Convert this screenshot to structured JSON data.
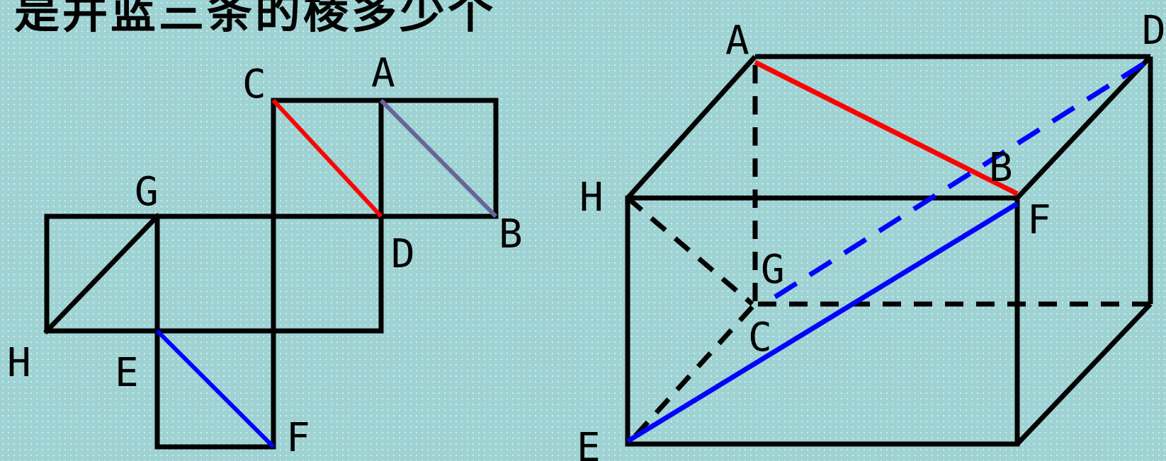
{
  "header": {
    "title_partial": "是并蓝三条的棱多少个"
  },
  "colors": {
    "background": "#9fd3d3",
    "edge": "#000000",
    "red": "#ff0000",
    "blue": "#0000ff",
    "slate": "#666699"
  },
  "net_diagram": {
    "labels": {
      "A": "A",
      "B": "B",
      "C": "C",
      "D": "D",
      "E": "E",
      "F": "F",
      "G": "G",
      "H": "H"
    }
  },
  "solid_diagram": {
    "labels": {
      "A": "A",
      "B": "B",
      "C": "C",
      "D": "D",
      "E": "E",
      "F": "F",
      "G": "G",
      "H": "H"
    }
  }
}
